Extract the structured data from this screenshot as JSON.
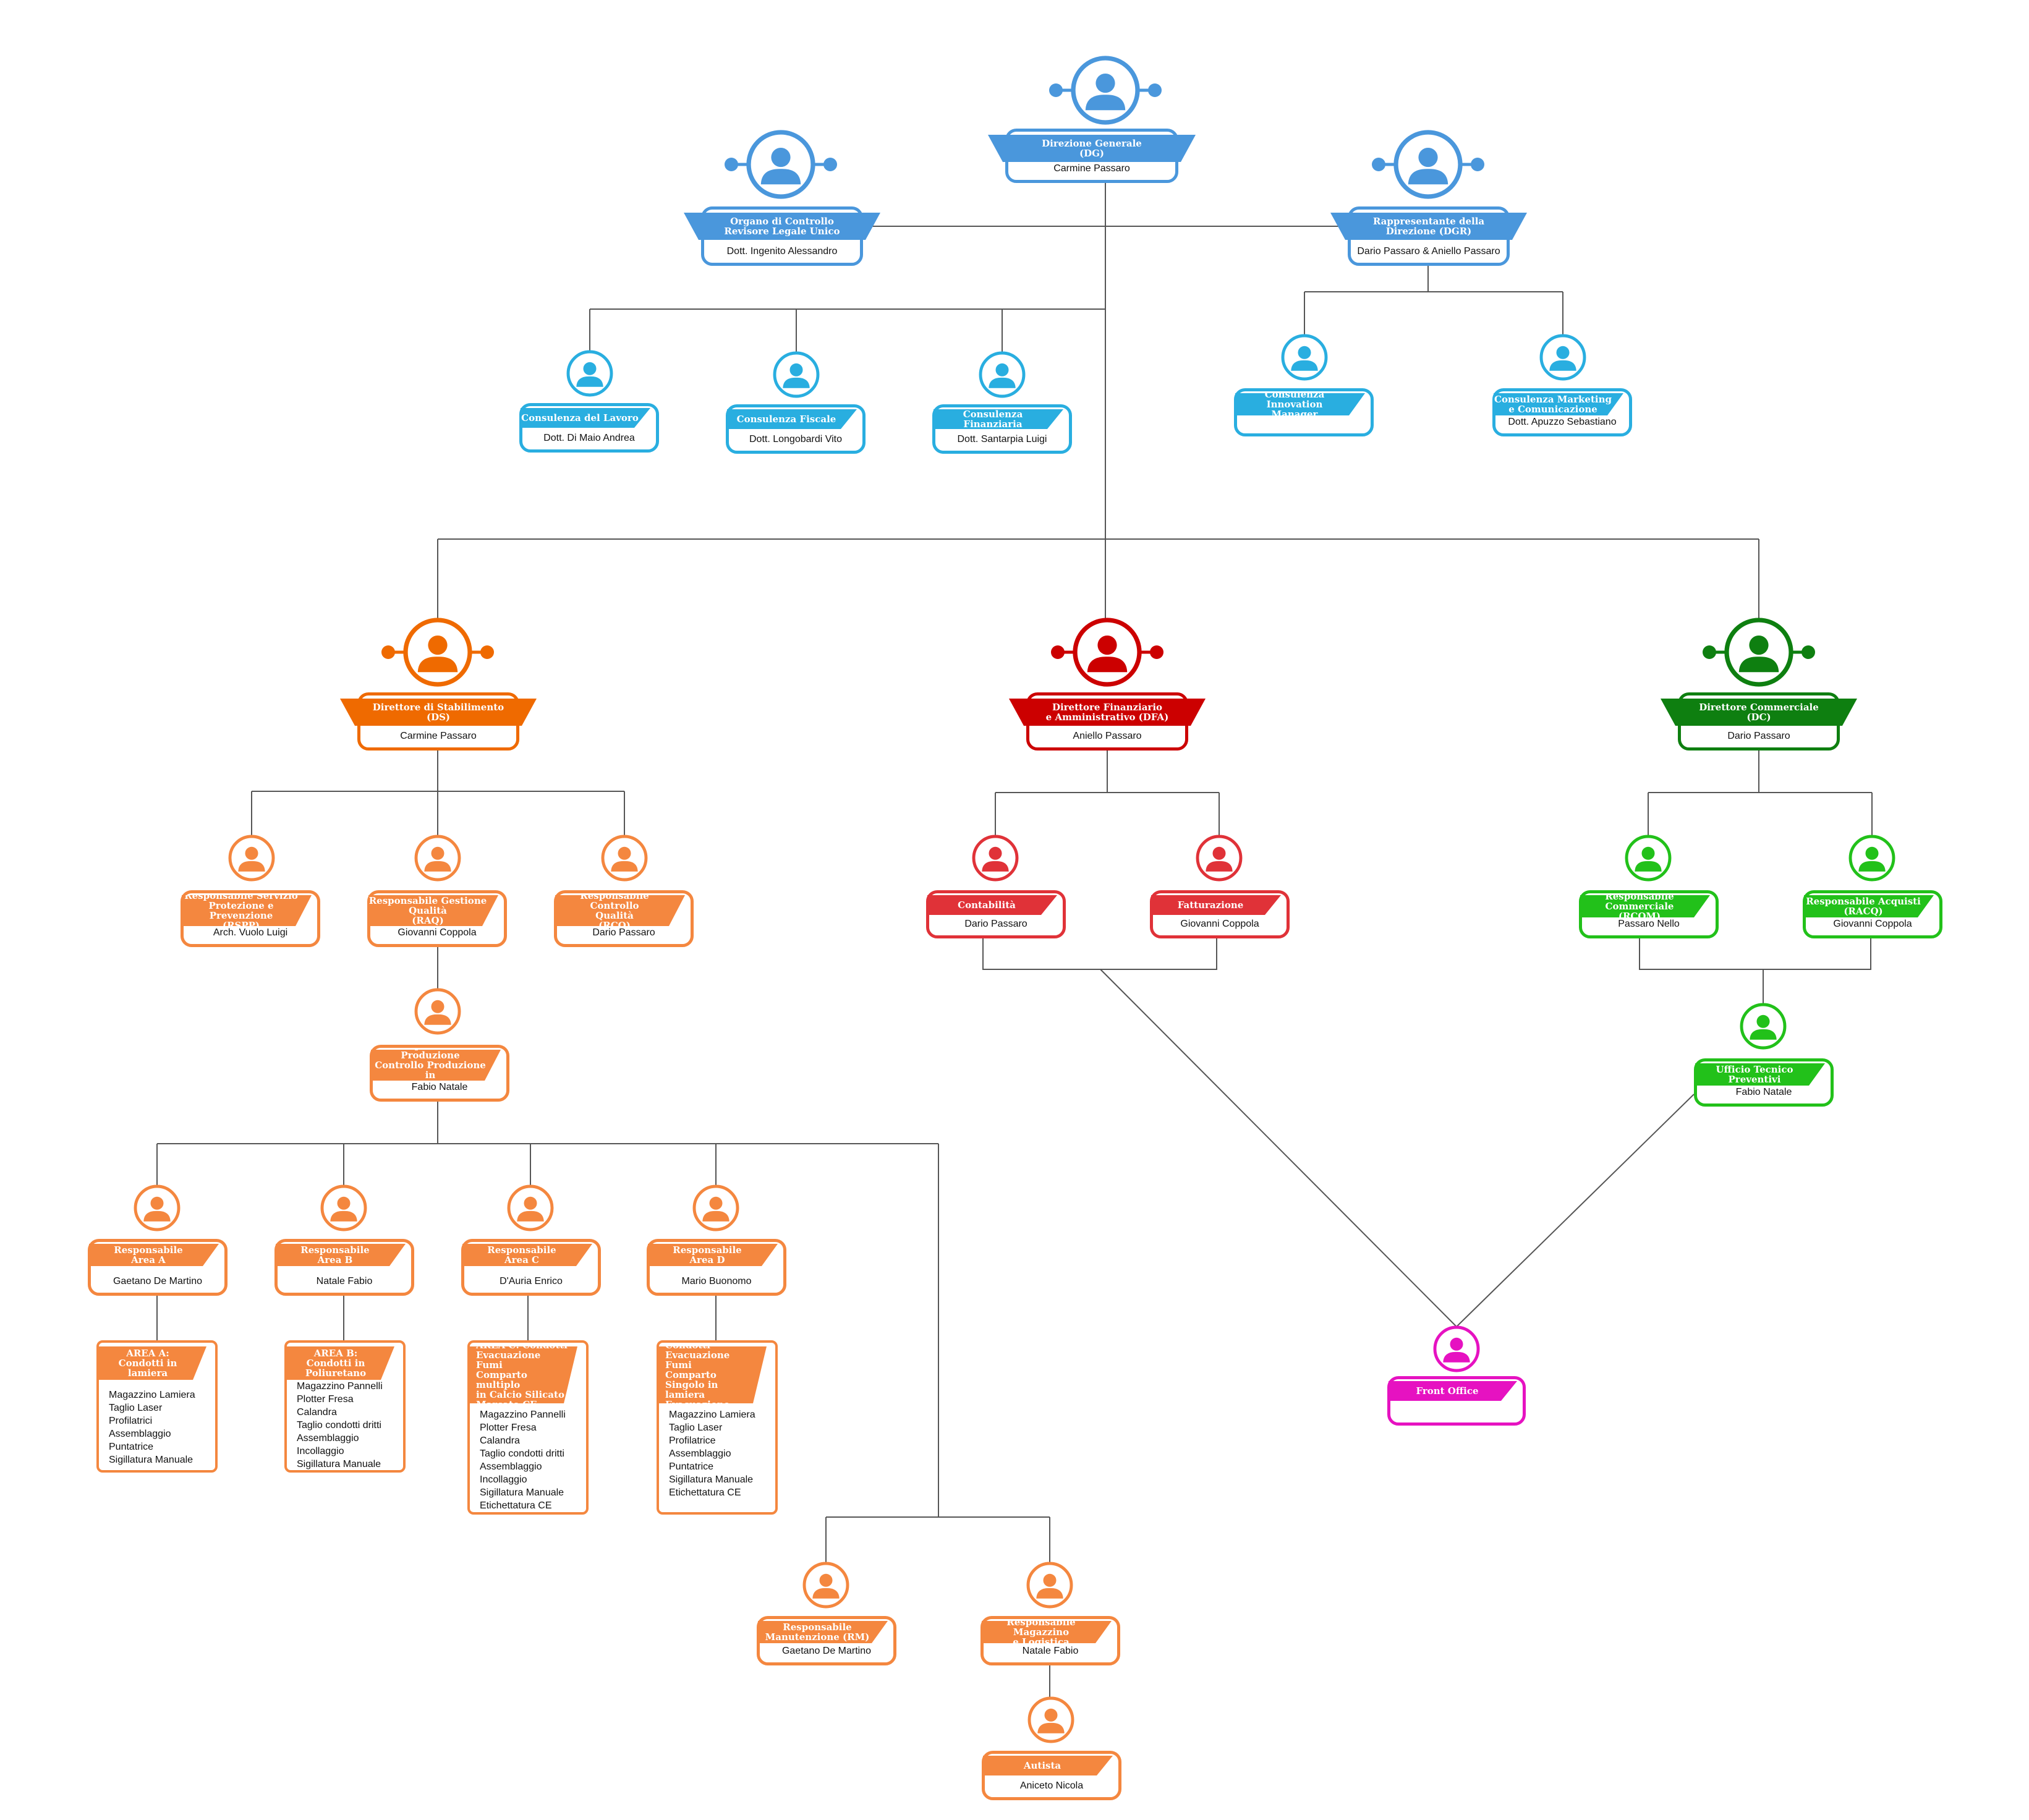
{
  "colors": {
    "blue": "#4a97dc",
    "cyan": "#29aee0",
    "orange_dark": "#ef6a00",
    "orange": "#f4873f",
    "red_dark": "#cc0000",
    "red": "#e03238",
    "green_dark": "#0e7f10",
    "green": "#22c11a",
    "magenta": "#e612c1",
    "line": "#555555"
  },
  "nodes": {
    "dg": {
      "title": "Direzione Generale\n(DG)",
      "person": "Carmine Passaro"
    },
    "oc": {
      "title": "Organo di Controllo\nRevisore Legale Unico",
      "person": "Dott. Ingenito Alessandro"
    },
    "rd": {
      "title": "Rappresentante della\nDirezione (DGR)",
      "person": "Dario Passaro & Aniello Passaro"
    },
    "cl": {
      "title": "Consulenza del Lavoro",
      "person": "Dott. Di Maio Andrea"
    },
    "cf": {
      "title": "Consulenza Fiscale",
      "person": "Dott. Longobardi Vito"
    },
    "cfin": {
      "title": "Consulenza Finanziaria",
      "person": "Dott. Santarpia Luigi"
    },
    "cim": {
      "title": "Consulenza Innovation\nManager",
      "person": ""
    },
    "cmc": {
      "title": "Consulenza Marketing\ne Comunicazione",
      "person": "Dott. Apuzzo Sebastiano"
    },
    "ds": {
      "title": "Direttore di Stabilimento\n(DS)",
      "person": "Carmine Passaro"
    },
    "dfa": {
      "title": "Direttore Finanziario\ne Amministrativo (DFA)",
      "person": "Aniello Passaro"
    },
    "dc": {
      "title": "Direttore Commerciale\n(DC)",
      "person": "Dario Passaro"
    },
    "rspp": {
      "title": "Responsabile Servizio\nProtezione e Prevenzione\n(RSPP)",
      "person": "Arch. Vuolo Luigi"
    },
    "rgq": {
      "title": "Responsabile Gestione\nQualità\n(RAQ)",
      "person": "Giovanni Coppola"
    },
    "rcq": {
      "title": "Responsabile Controllo\nQualità\n(RCQ)",
      "person": "Dario Passaro"
    },
    "cont": {
      "title": "Contabilità",
      "person": "Dario Passaro"
    },
    "fatt": {
      "title": "Fatturazione",
      "person": "Giovanni Coppola"
    },
    "rcom": {
      "title": "Responsabile Commerciale\n(RCOM)",
      "person": "Passaro Nello"
    },
    "racq": {
      "title": "Responsabile Acquisti\n(RACQ)",
      "person": "Giovanni Coppola"
    },
    "rp": {
      "title": "Responsabile Produzione\nControllo Produzione in\nFabbrica (RP) (RFPC)",
      "person": "Fabio Natale"
    },
    "utp": {
      "title": "Ufficio Tecnico\nPreventivi",
      "person": "Fabio Natale"
    },
    "ra": {
      "title": "Responsabile\nArea A",
      "person": "Gaetano De Martino"
    },
    "rb": {
      "title": "Responsabile\nArea B",
      "person": "Natale Fabio"
    },
    "rc": {
      "title": "Responsabile\nArea C",
      "person": "D'Auria Enrico"
    },
    "rdd": {
      "title": "Responsabile\nArea D",
      "person": "Mario Buonomo"
    },
    "fo": {
      "title": "Front Office",
      "person": ""
    },
    "rm": {
      "title": "Responsabile\nManutenzione (RM)",
      "person": "Gaetano De Martino"
    },
    "rml": {
      "title": "Responsabile Magazzino\ne Logistica",
      "person": "Natale Fabio"
    },
    "aut": {
      "title": "Autista",
      "person": "Aniceto Nicola"
    }
  },
  "areas": {
    "a": {
      "title": "AREA A:\nCondotti in lamiera",
      "items": [
        "Magazzino Lamiera",
        "Taglio Laser",
        "Profilatrici",
        "Assemblaggio",
        "Puntatrice",
        "Sigillatura Manuale"
      ]
    },
    "b": {
      "title": "AREA B:\nCondotti in Poliuretano",
      "items": [
        "Magazzino Pannelli",
        "Plotter Fresa",
        "Calandra",
        "Taglio condotti dritti",
        "Assemblaggio",
        "Incollaggio",
        "Sigillatura Manuale"
      ]
    },
    "c": {
      "title": "AREA C: Condotti\nEvacuazione Fumi\nComparto multiplo\nin Calcio Silicato\nMarcato CE",
      "items": [
        "Magazzino Pannelli",
        "Plotter Fresa",
        "Calandra",
        "Taglio condotti dritti",
        "Assemblaggio",
        "Incollaggio",
        "Sigillatura Manuale",
        "Etichettatura CE"
      ]
    },
    "d": {
      "title": "AREA D: Condotti\nEvacuazione Fumi\nComparto Singolo in\nlamiera Evacuazione\nFumi Marcato CE",
      "items": [
        "Magazzino Lamiera",
        "Taglio Laser",
        "Profilatrice",
        "Assemblaggio",
        "Puntatrice",
        "Sigillatura Manuale",
        "Etichettatura CE"
      ]
    }
  }
}
